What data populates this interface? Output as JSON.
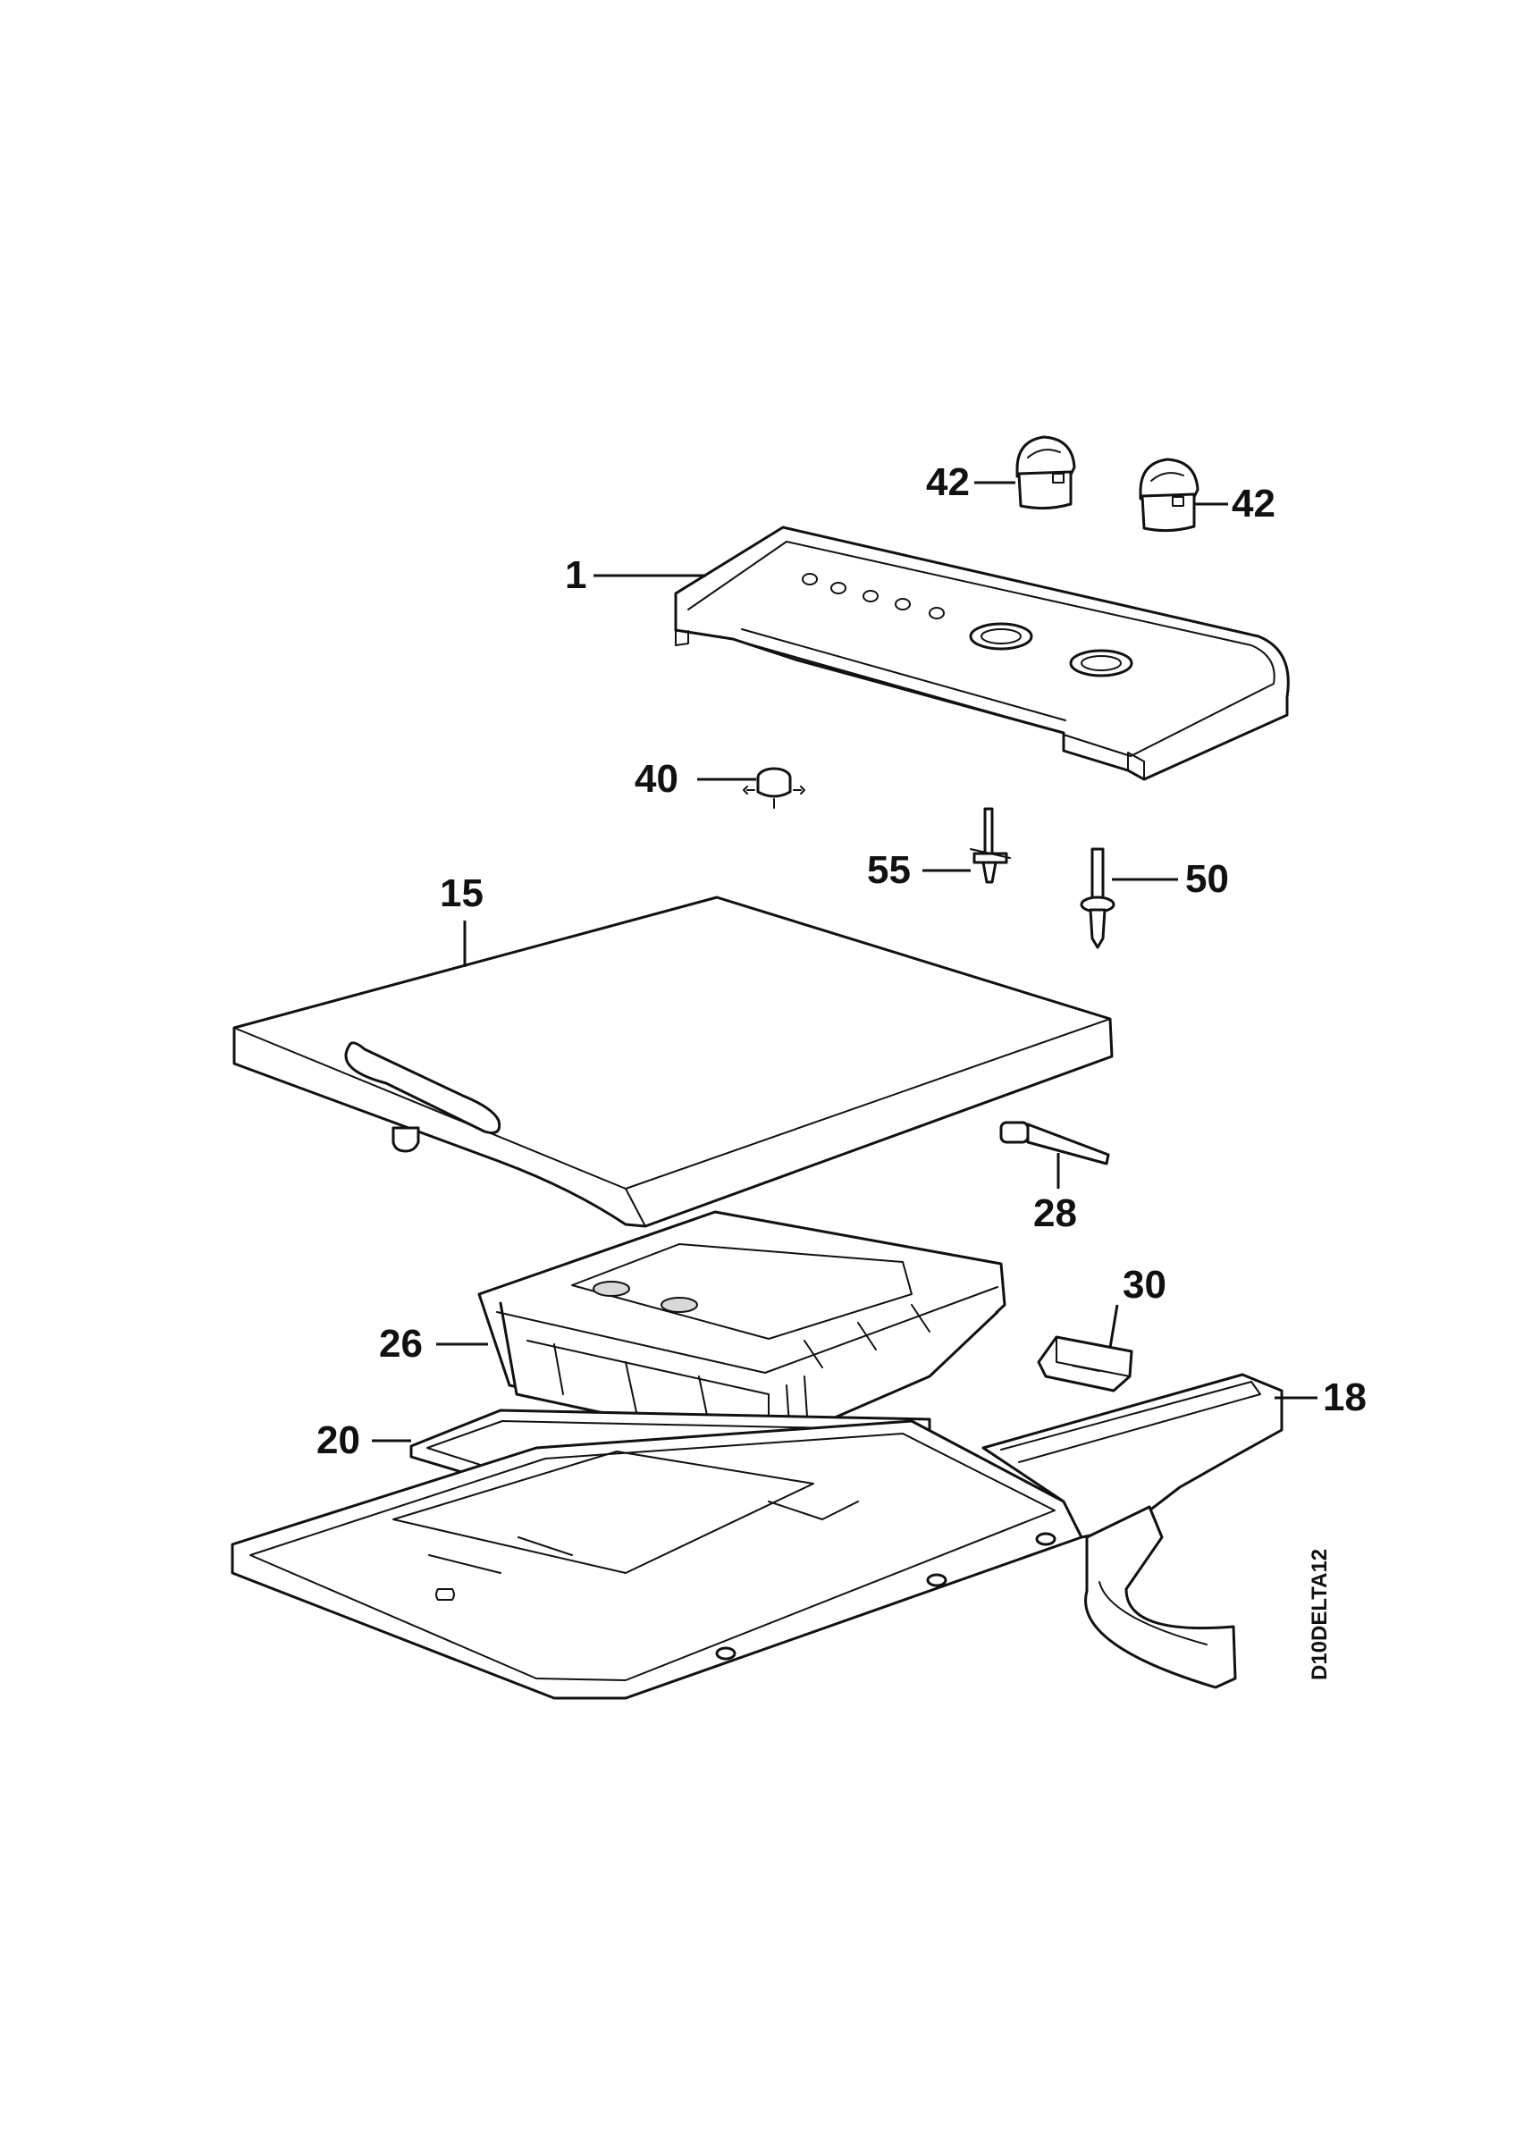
{
  "callouts": {
    "c42a": "42",
    "c42b": "42",
    "c1": "1",
    "c40": "40",
    "c55": "55",
    "c50": "50",
    "c15": "15",
    "c28": "28",
    "c30": "30",
    "c26": "26",
    "c18": "18",
    "c20": "20"
  },
  "drawing_reference": "D10DELTA12"
}
